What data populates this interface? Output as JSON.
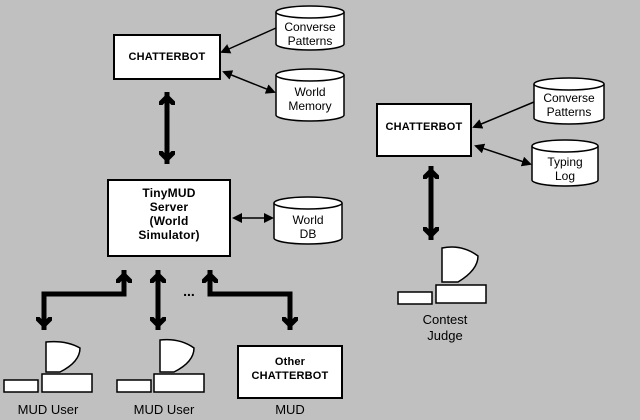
{
  "nodes": {
    "chatterbot_main": "CHATTERBOT",
    "converse_patterns_main": "Converse\nPatterns",
    "world_memory": "World\nMemory",
    "tinymud_server": "TinyMUD\nServer\n(World\nSimulator)",
    "world_db": "World\nDB",
    "other_chatterbot": "Other\nCHATTERBOT",
    "chatterbot_contest": "CHATTERBOT",
    "converse_patterns_contest": "Converse\nPatterns",
    "typing_log": "Typing\nLog",
    "ellipsis": "..."
  },
  "captions": {
    "mud_user_1": "MUD User",
    "mud_user_2": "MUD User",
    "mud": "MUD",
    "contest_judge": "Contest\nJudge"
  }
}
